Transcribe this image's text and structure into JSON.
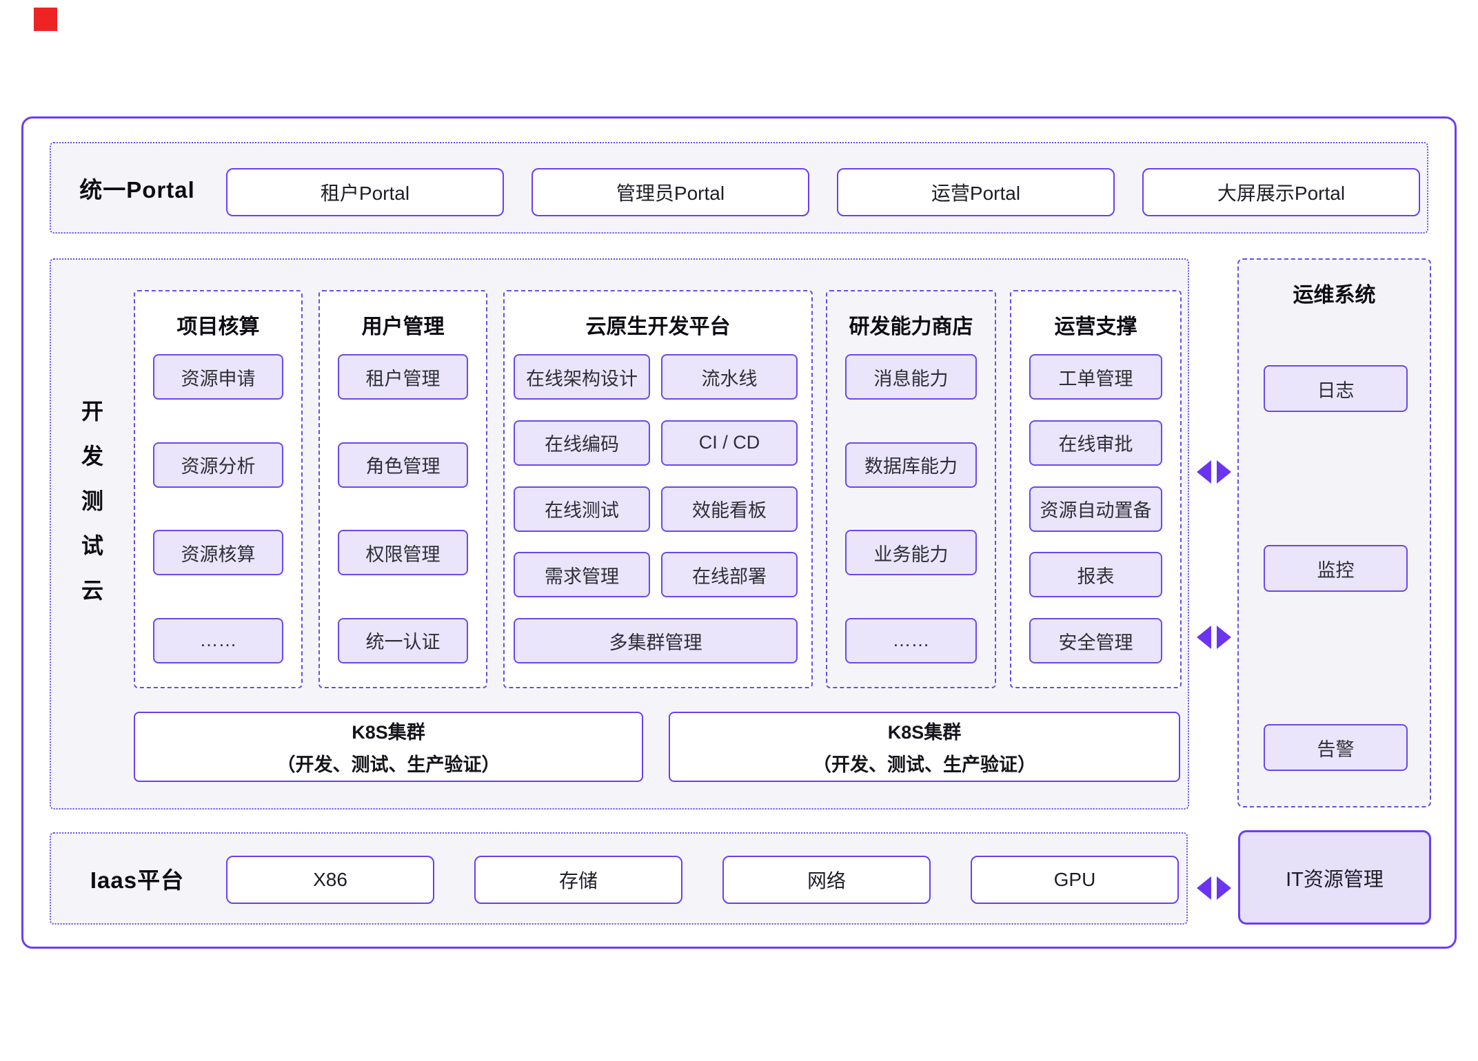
{
  "badge": {
    "color": "#ee2424"
  },
  "portal": {
    "label": "统一Portal",
    "items": [
      "租户Portal",
      "管理员Portal",
      "运营Portal",
      "大屏展示Portal"
    ]
  },
  "dev_cloud": {
    "label": "开发测试云",
    "label_chars": [
      "开",
      "发",
      "测",
      "试",
      "云"
    ],
    "columns": [
      {
        "title": "项目核算",
        "items": [
          "资源申请",
          "资源分析",
          "资源核算",
          "……"
        ]
      },
      {
        "title": "用户管理",
        "items": [
          "租户管理",
          "角色管理",
          "权限管理",
          "统一认证"
        ]
      },
      {
        "title": "云原生开发平台",
        "rows": [
          [
            "在线架构设计",
            "流水线"
          ],
          [
            "在线编码",
            "CI / CD"
          ],
          [
            "在线测试",
            "效能看板"
          ],
          [
            "需求管理",
            "在线部署"
          ]
        ],
        "full_row": "多集群管理"
      },
      {
        "title": "研发能力商店",
        "items": [
          "消息能力",
          "数据库能力",
          "业务能力",
          "……"
        ]
      },
      {
        "title": "运营支撑",
        "items": [
          "工单管理",
          "在线审批",
          "资源自动置备",
          "报表",
          "安全管理"
        ]
      }
    ],
    "k8s": [
      {
        "line1": "K8S集群",
        "line2": "（开发、测试、生产验证）"
      },
      {
        "line1": "K8S集群",
        "line2": "（开发、测试、生产验证）"
      }
    ]
  },
  "ops": {
    "title": "运维系统",
    "items": [
      "日志",
      "监控",
      "告警"
    ]
  },
  "iaas": {
    "label": "Iaas平台",
    "items": [
      "X86",
      "存储",
      "网络",
      "GPU"
    ]
  },
  "it_mgmt": {
    "label": "IT资源管理"
  },
  "colors": {
    "accent_purple": "#6c3ef0",
    "dashed_purple": "#6b4be8",
    "arrow_purple": "#6a34f0",
    "chip_fill": "#eae5fa",
    "section_fill": "#f5f5f9",
    "it_fill": "#e6e0f8",
    "badge_red": "#ee2424"
  }
}
